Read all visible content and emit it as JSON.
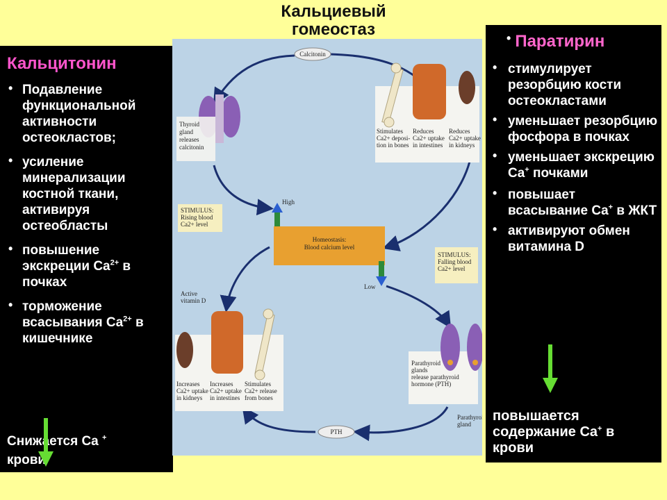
{
  "title": {
    "line1": "Кальциевый",
    "line2": "гомеостаз"
  },
  "left": {
    "heading": "Кальцитонин",
    "items": [
      {
        "text": "Подавление функциональной активности остеокластов;"
      },
      {
        "text": "усиление минерализации костной ткани, активируя остеобласты"
      },
      {
        "pre": "повышение экскреции Ca",
        "sup": "2+",
        "post": " в почках"
      },
      {
        "pre": "торможение всасывания Ca",
        "sup": "2+",
        "post": " в кишечнике"
      }
    ],
    "conclusion": {
      "pre": "Снижается Ca ",
      "sup": "+",
      "post": " крови"
    },
    "arrow_color": "#66dd33"
  },
  "right": {
    "heading": "Паратирин",
    "items": [
      {
        "text": "стимулирует резорбцию кости остеокластами"
      },
      {
        "text": "уменьшает резорбцию фосфора в почках"
      },
      {
        "pre": "уменьшает экскрецию Ca",
        "sup": "+",
        "post": " почками"
      },
      {
        "pre": "повышает всасывание  Ca",
        "sup": "+",
        "post": " в ЖКТ"
      },
      {
        "text": " активируют обмен витамина D"
      }
    ],
    "conclusion": {
      "pre": "повышается содержание Ca",
      "sup": "+",
      "post": " в крови"
    },
    "arrow_color": "#66dd33"
  },
  "diagram": {
    "calcitonin": "Calcitonin",
    "thyroid": [
      "Thyroid",
      "gland",
      "releases",
      "calcitonin"
    ],
    "top_effects": [
      [
        "Stimulates",
        "Ca2+ deposi-",
        "tion in bones"
      ],
      [
        "Reduces",
        "Ca2+ uptake",
        "in intestines"
      ],
      [
        "Reduces",
        "Ca2+ uptake",
        "in kidneys"
      ]
    ],
    "stimulus_rising": [
      "STIMULUS:",
      "Rising blood",
      "Ca2+ level"
    ],
    "high": "High",
    "homeostasis": [
      "Homeostasis:",
      "Blood calcium level"
    ],
    "low": "Low",
    "stimulus_falling": [
      "STIMULUS:",
      "Falling blood",
      "Ca2+ level"
    ],
    "vitamin_d": [
      "Active",
      "vitamin D"
    ],
    "bottom_effects": [
      [
        "Increases",
        "Ca2+ uptake",
        "in kidneys"
      ],
      [
        "Increases",
        "Ca2+ uptake",
        "in intestines"
      ],
      [
        "Stimulates",
        "Ca2+ release",
        "from bones"
      ]
    ],
    "parathyroid": [
      "Parathyroid",
      "glands",
      "release parathyroid",
      "hormone (PTH)"
    ],
    "parathyroid_gland": [
      "Parathyroid",
      "gland"
    ],
    "pth": "PTH",
    "colors": {
      "panel_bg": "#bcd3e6",
      "arrow": "#1a2f6e",
      "homeostasis_box": "#e8a030",
      "thyroid": "#8a5fb5",
      "intestine": "#d0692a",
      "bone": "#efe6c8"
    }
  }
}
